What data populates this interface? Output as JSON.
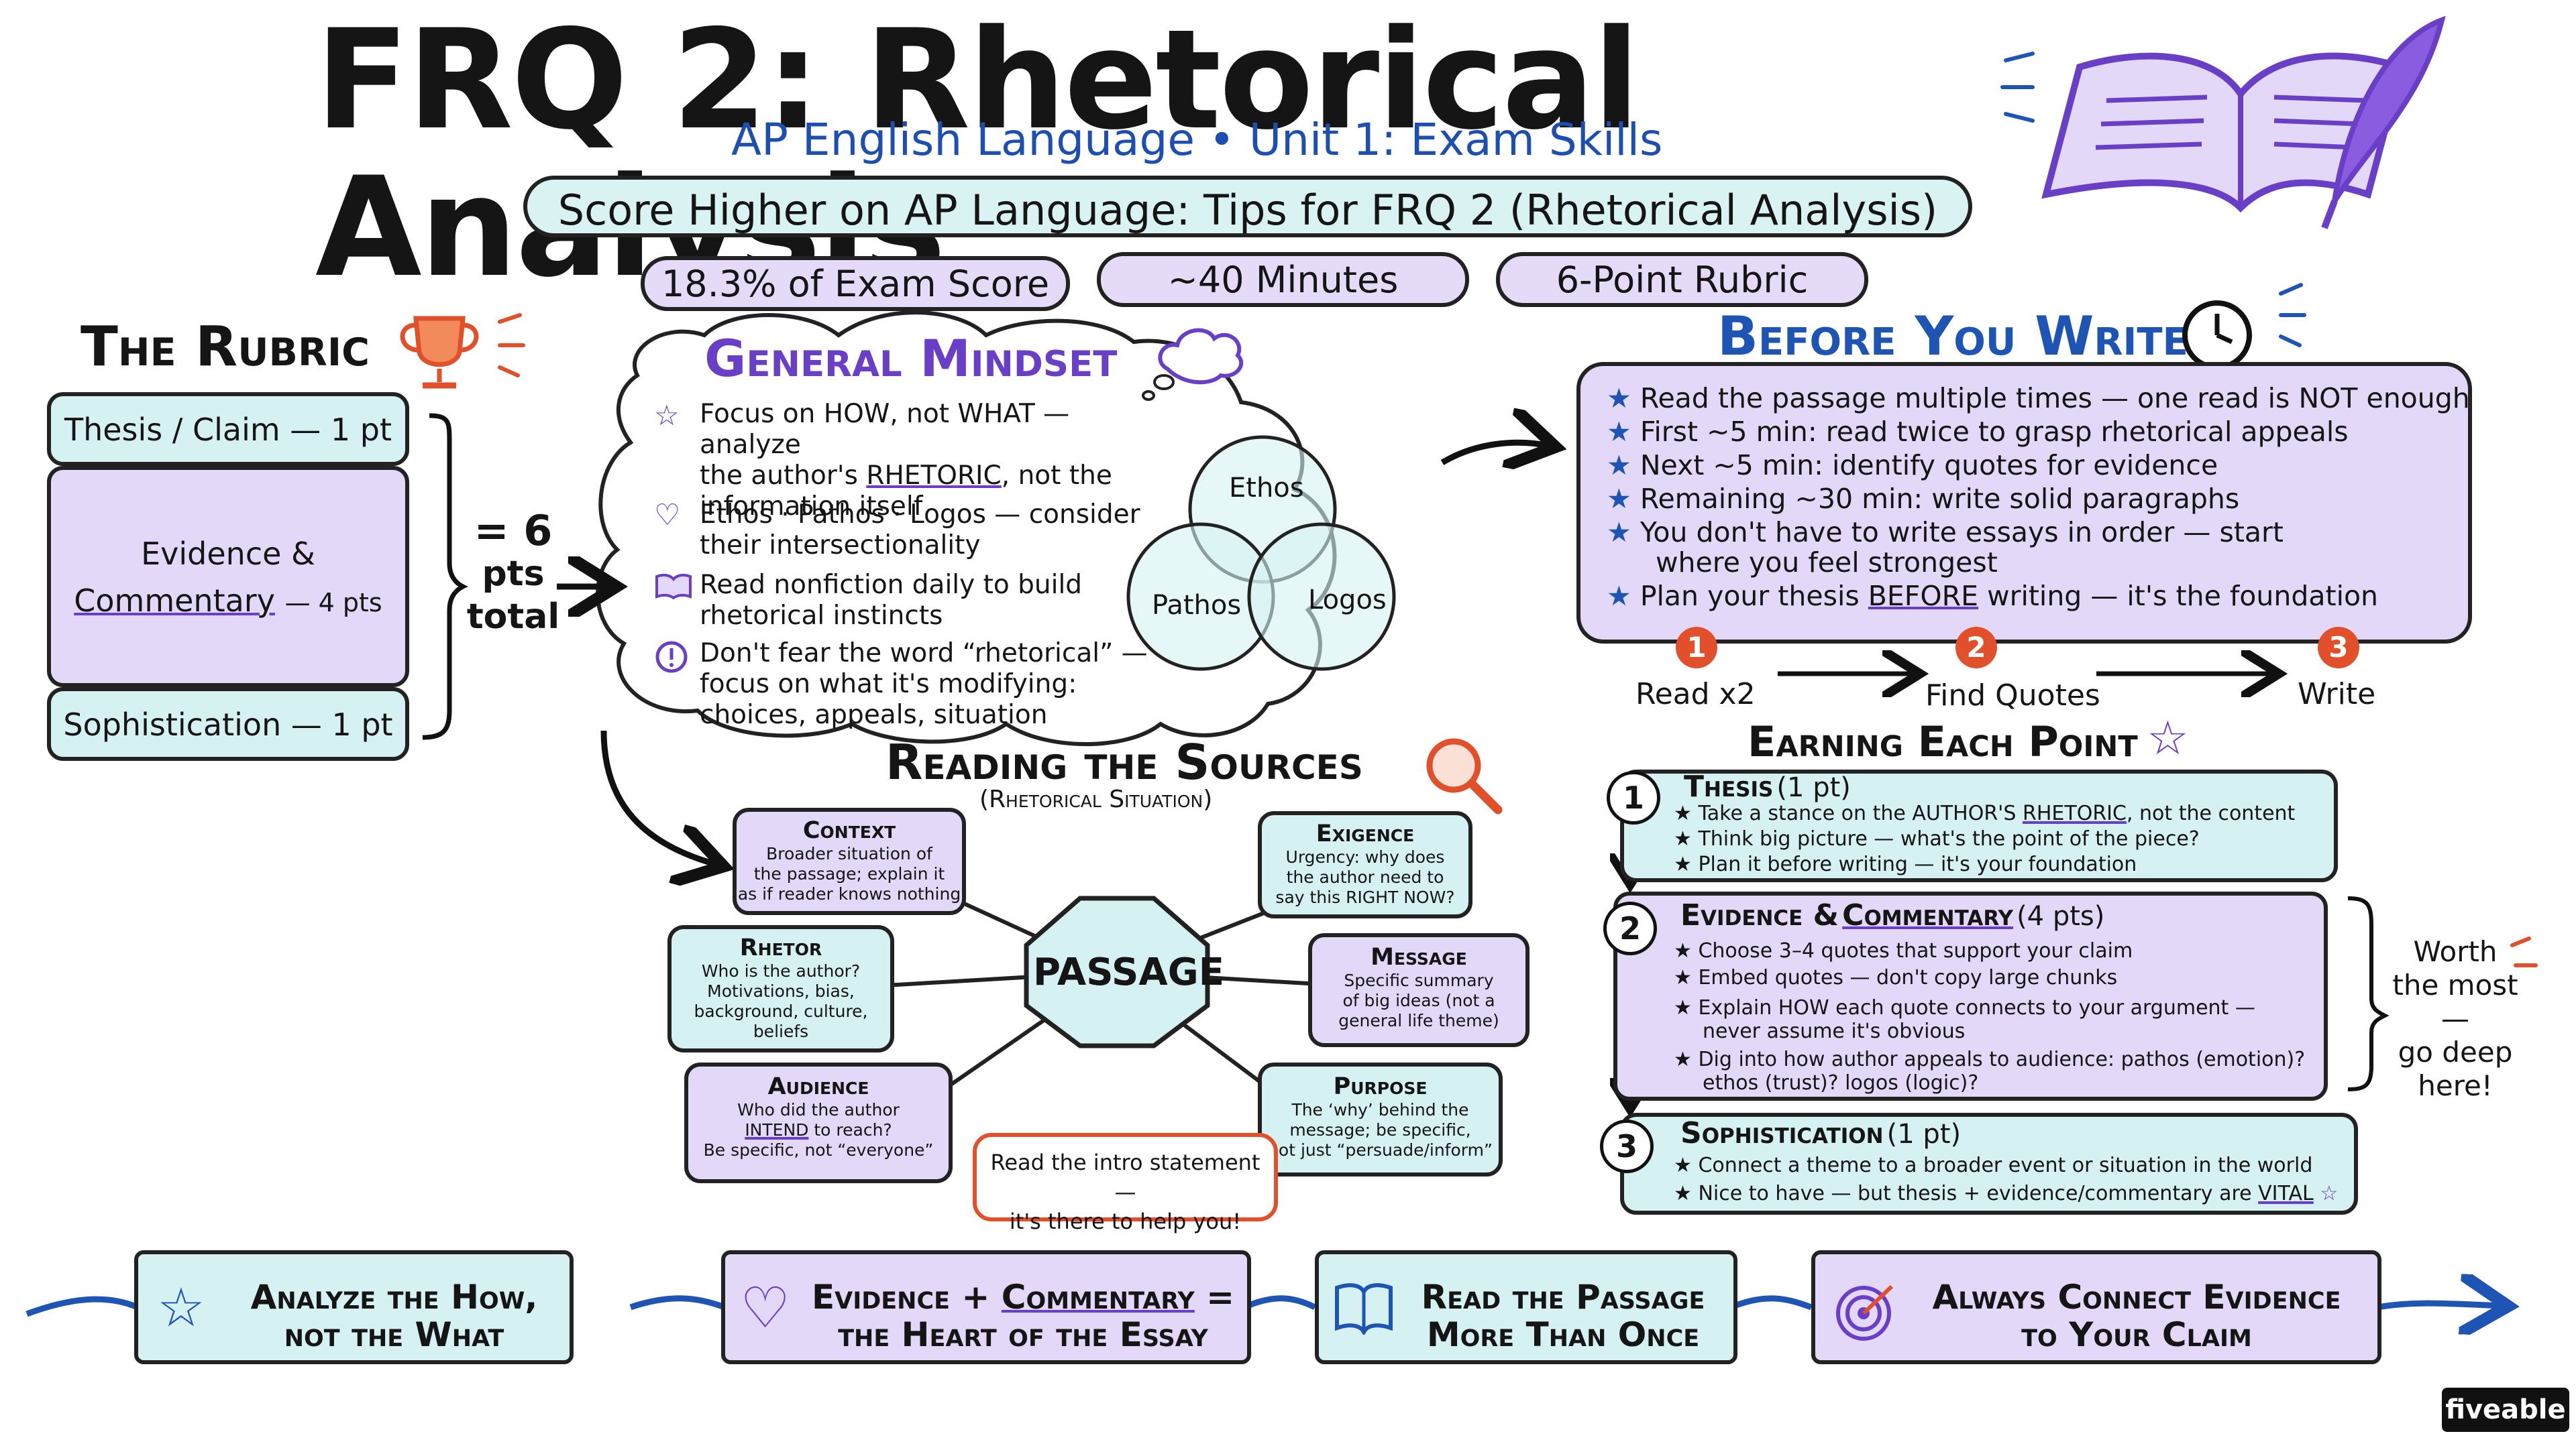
{
  "header": {
    "title": "FRQ 2: Rhetorical Analysis",
    "subtitle": "AP English Language • Unit 1: Exam Skills",
    "banner": "Score Higher on AP Language: Tips for FRQ 2 (Rhetorical Analysis)",
    "stats": [
      "18.3% of Exam Score",
      "~40 Minutes",
      "6-Point Rubric"
    ]
  },
  "rubric": {
    "title": "The Rubric",
    "thesis": "Thesis / Claim — 1 pt",
    "evidence_line1": "Evidence &",
    "evidence_line2": "Commentary",
    "evidence_pts": "— 4 pts",
    "sophistication": "Sophistication — 1 pt",
    "total_line1": "= 6",
    "total_line2": "pts",
    "total_line3": "total"
  },
  "mindset": {
    "title": "General Mindset",
    "item1_a": "Focus on HOW, not WHAT — analyze",
    "item1_b": "the author's",
    "item1_c": "RHETORIC",
    "item1_d": ", not the",
    "item1_e": "information itself",
    "item2_a": "Ethos · Pathos · Logos — consider",
    "item2_b": "their intersectionality",
    "item3_a": "Read nonfiction daily to build",
    "item3_b": "rhetorical instincts",
    "item4_a": "Don't fear the word “rhetorical” —",
    "item4_b": "focus on what it's modifying:",
    "item4_c": "choices, appeals, situation",
    "venn": [
      "Ethos",
      "Pathos",
      "Logos"
    ]
  },
  "before": {
    "title": "Before You Write",
    "items": [
      "Read the passage multiple times — one read is NOT enough",
      "First ~5 min: read twice to grasp rhetorical appeals",
      "Next ~5 min: identify quotes for evidence",
      "Remaining ~30 min: write solid paragraphs",
      "You don't have to write essays in order — start",
      "where you feel strongest"
    ],
    "plan_a": "Plan your thesis",
    "plan_b": "BEFORE",
    "plan_c": "writing — it's the foundation",
    "steps": [
      {
        "num": "1",
        "label": "Read x2"
      },
      {
        "num": "2",
        "label": "Find Quotes"
      },
      {
        "num": "3",
        "label": "Write"
      }
    ]
  },
  "sources": {
    "title": "Reading the Sources",
    "subtitle": "(Rhetorical Situation)",
    "center": "PASSAGE",
    "context": {
      "title": "Context",
      "body": [
        "Broader situation of",
        "the passage; explain it",
        "as if reader knows nothing"
      ]
    },
    "exigence": {
      "title": "Exigence",
      "body": [
        "Urgency: why does",
        "the author need to",
        "say this RIGHT NOW?"
      ]
    },
    "rhetor": {
      "title": "Rhetor",
      "body": [
        "Who is the author?",
        "Motivations, bias,",
        "background, culture,",
        "beliefs"
      ]
    },
    "message": {
      "title": "Message",
      "body": [
        "Specific summary",
        "of big ideas (not a",
        "general life theme)"
      ]
    },
    "audience": {
      "title": "Audience",
      "body1": "Who did the author",
      "body2a": "INTEND",
      "body2b": " to reach?",
      "body3": "Be specific, not “everyone”"
    },
    "purpose": {
      "title": "Purpose",
      "body": [
        "The ‘why’ behind the",
        "message; be specific,",
        "not just “persuade/inform”"
      ]
    },
    "note1": "Read the intro statement —",
    "note2": "it's there to help you!"
  },
  "earning": {
    "title": "Earning Each Point",
    "thesis": {
      "num": "1",
      "title": "Thesis",
      "pts": "(1 pt)",
      "items_a": "Take a stance on the AUTHOR'S",
      "items_b": "RHETORIC",
      "items_c": ", not the content",
      "items": [
        "Think big picture — what's the point of the piece?",
        "Plan it before writing — it's your foundation"
      ]
    },
    "evidence": {
      "num": "2",
      "title": "Evidence &",
      "title2": "Commentary",
      "pts": "(4 pts)",
      "items": [
        "Choose 3–4 quotes that support your claim",
        "Embed quotes — don't copy large chunks",
        "Explain HOW each quote connects to your argument —",
        "never assume it's obvious",
        "Dig into how author appeals to audience: pathos (emotion)?",
        "ethos (trust)? logos (logic)?"
      ]
    },
    "sophistication": {
      "num": "3",
      "title": "Sophistication",
      "pts": "(1 pt)",
      "items": [
        "Connect a theme to a broader event or situation in the world"
      ],
      "last_a": "Nice to have — but thesis + evidence/commentary are",
      "last_b": "VITAL"
    },
    "side1": "Worth",
    "side2": "the most —",
    "side3": "go deep",
    "side4": "here!"
  },
  "bottom": [
    {
      "line1": "Analyze the How,",
      "line2": "not the What"
    },
    {
      "line1a": "Evidence + ",
      "line1b": "Commentary",
      "line1c": " =",
      "line2": "the Heart of the Essay"
    },
    {
      "line1": "Read the Passage",
      "line2": "More Than Once"
    },
    {
      "line1": "Always Connect Evidence",
      "line2": "to Your Claim"
    }
  ],
  "brand": "fiveable",
  "icons": [
    "open-book-icon",
    "quill-icon",
    "trophy-icon",
    "thought-cloud-icon",
    "clock-icon",
    "magnifier-icon",
    "star-icon",
    "heart-icon",
    "book-icon",
    "exclamation-icon",
    "target-icon"
  ],
  "colors": {
    "teal": "#d6f1f1",
    "lavender": "#e3d8f7",
    "blue": "#1e55b4",
    "purple": "#6a3fc8",
    "red": "#e2502b"
  }
}
